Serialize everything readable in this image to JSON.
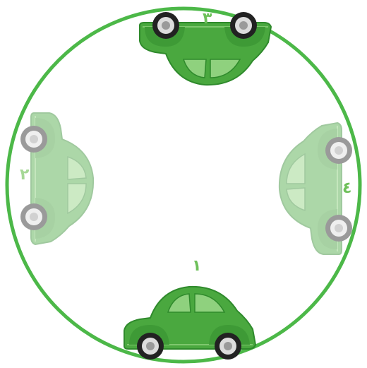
{
  "labels": {
    "car_1": "١",
    "car_2": "٢",
    "car_3": "٣",
    "car_4": "٤"
  },
  "colors": {
    "ring": "#4cb848",
    "car_body": "#4aa83f",
    "car_body_dark": "#2f8a2c",
    "car_window": "#8fd17e",
    "car_faded_opacity": "0.45",
    "label": "#6ec05a"
  },
  "cars": [
    {
      "id": "car-1",
      "orientation": "upright",
      "faded": false
    },
    {
      "id": "car-2",
      "orientation": "rotated-90",
      "faded": true
    },
    {
      "id": "car-3",
      "orientation": "upside-down",
      "faded": false
    },
    {
      "id": "car-4",
      "orientation": "rotated-270",
      "faded": true
    }
  ]
}
